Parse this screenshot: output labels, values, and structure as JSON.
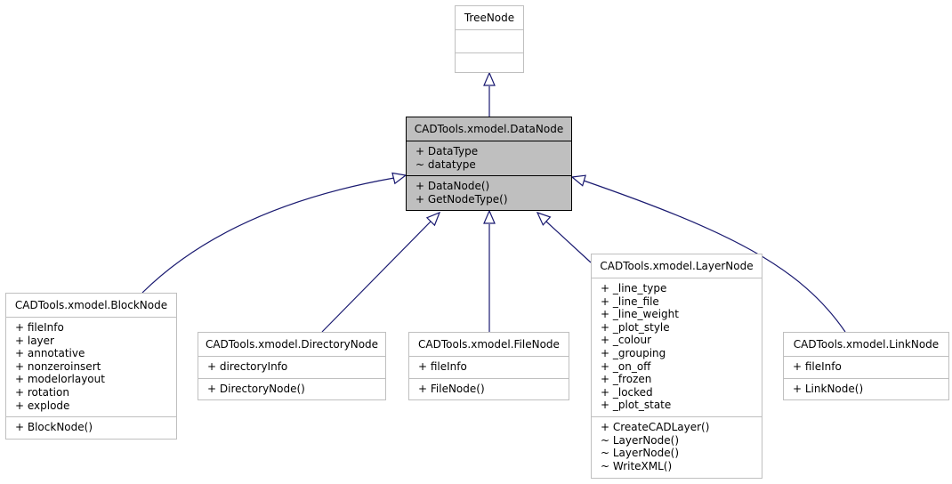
{
  "diagram": {
    "classes": [
      {
        "id": "treenode",
        "title": "TreeNode",
        "attributes": [],
        "operations": []
      },
      {
        "id": "datanode",
        "title": "CADTools.xmodel.DataNode",
        "attributes": [
          "+ DataType",
          "~ datatype"
        ],
        "operations": [
          "+ DataNode()",
          "+ GetNodeType()"
        ]
      },
      {
        "id": "blocknode",
        "title": "CADTools.xmodel.BlockNode",
        "attributes": [
          "+ fileInfo",
          "+ layer",
          "+ annotative",
          "+ nonzeroinsert",
          "+ modelorlayout",
          "+ rotation",
          "+ explode"
        ],
        "operations": [
          "+ BlockNode()"
        ]
      },
      {
        "id": "directorynode",
        "title": "CADTools.xmodel.DirectoryNode",
        "attributes": [
          "+ directoryInfo"
        ],
        "operations": [
          "+ DirectoryNode()"
        ]
      },
      {
        "id": "filenode",
        "title": "CADTools.xmodel.FileNode",
        "attributes": [
          "+ fileInfo"
        ],
        "operations": [
          "+ FileNode()"
        ]
      },
      {
        "id": "layernode",
        "title": "CADTools.xmodel.LayerNode",
        "attributes": [
          "+ _line_type",
          "+ _line_file",
          "+ _line_weight",
          "+ _plot_style",
          "+ _colour",
          "+ _grouping",
          "+ _on_off",
          "+ _frozen",
          "+ _locked",
          "+ _plot_state"
        ],
        "operations": [
          "+ CreateCADLayer()",
          "~ LayerNode()",
          "~ LayerNode()",
          "~ WriteXML()"
        ]
      },
      {
        "id": "linknode",
        "title": "CADTools.xmodel.LinkNode",
        "attributes": [
          "+ fileInfo"
        ],
        "operations": [
          "+ LinkNode()"
        ]
      }
    ],
    "inheritance": [
      {
        "from": "datanode",
        "to": "treenode"
      },
      {
        "from": "blocknode",
        "to": "datanode"
      },
      {
        "from": "directorynode",
        "to": "datanode"
      },
      {
        "from": "filenode",
        "to": "datanode"
      },
      {
        "from": "layernode",
        "to": "datanode"
      },
      {
        "from": "linknode",
        "to": "datanode"
      }
    ],
    "colors": {
      "edge": "#191970",
      "focus_fill": "#bfbfbf",
      "border": "#bfbfbf",
      "focus_border": "#000000"
    }
  }
}
